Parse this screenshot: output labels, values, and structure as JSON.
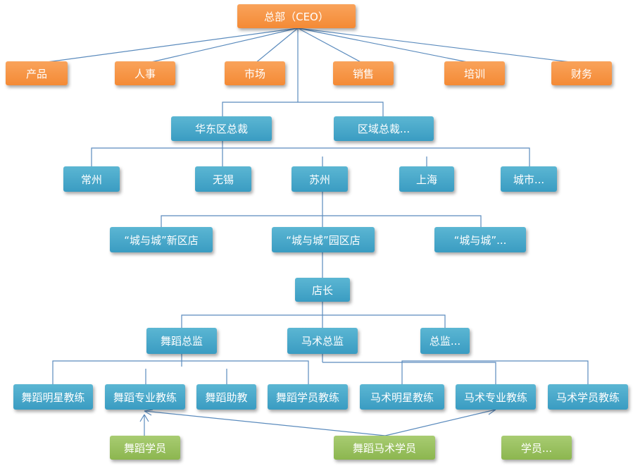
{
  "nodes": {
    "ceo": "总部（CEO）",
    "dept_product": "产品",
    "dept_hr": "人事",
    "dept_market": "市场",
    "dept_sales": "销售",
    "dept_training": "培训",
    "dept_finance": "财务",
    "east_president": "华东区总裁",
    "region_more": "区域总裁...",
    "city_changzhou": "常州",
    "city_wuxi": "无锡",
    "city_suzhou": "苏州",
    "city_shanghai": "上海",
    "city_more": "城市...",
    "store_xinqu": "“城与城”新区店",
    "store_yuanqu": "“城与城”园区店",
    "store_more": "“城与城”...",
    "store_manager": "店长",
    "dance_director": "舞蹈总监",
    "equestrian_director": "马术总监",
    "director_more": "总监...",
    "dance_star_coach": "舞蹈明星教练",
    "dance_pro_coach": "舞蹈专业教练",
    "dance_assistant": "舞蹈助教",
    "dance_student_coach": "舞蹈学员教练",
    "equ_star_coach": "马术明星教练",
    "equ_pro_coach": "马术专业教练",
    "equ_student_coach": "马术学员教练",
    "dance_student": "舞蹈学员",
    "dance_equ_student": "舞蹈马术学员",
    "student_more": "学员..."
  },
  "colors": {
    "headquarters": "#f48a35",
    "organization": "#3a9cc2",
    "students": "#8cb64f",
    "connector": "#5b8bbd"
  }
}
